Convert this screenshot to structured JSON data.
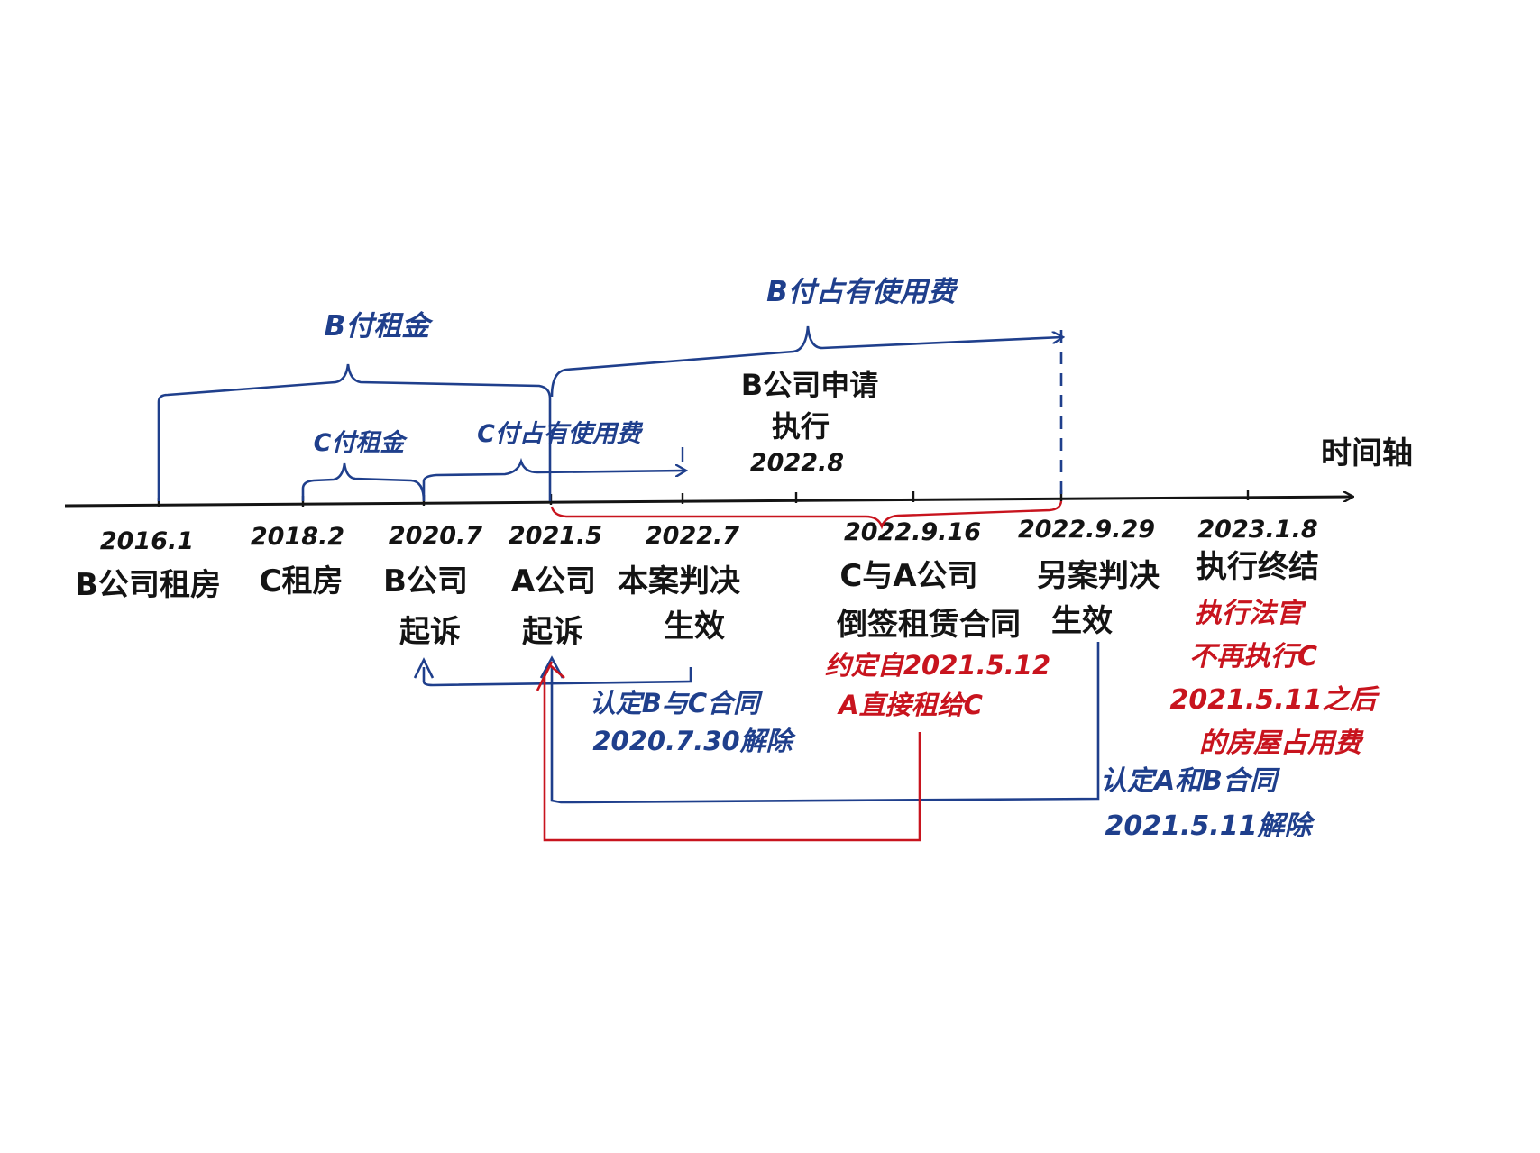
{
  "axis": {
    "label": "时间轴"
  },
  "events": [
    {
      "date": "2016.1",
      "lines": [
        "B公司租房"
      ]
    },
    {
      "date": "2018.2",
      "lines": [
        "C租房"
      ]
    },
    {
      "date": "2020.7",
      "lines": [
        "B公司",
        "起诉"
      ]
    },
    {
      "date": "2021.5",
      "lines": [
        "A公司",
        "起诉"
      ]
    },
    {
      "date": "2022.7",
      "lines": [
        "本案判决",
        "生效"
      ]
    },
    {
      "date": "2022.9.16",
      "lines": [
        "C与A公司",
        "倒签租赁合同"
      ]
    },
    {
      "date": "2022.9.29",
      "lines": [
        "另案判决",
        "生效"
      ]
    },
    {
      "date": "2023.1.8",
      "lines": [
        "执行终结"
      ]
    }
  ],
  "spans": {
    "b_rent": "B付租金",
    "b_occupancy_fee": "B付占有使用费",
    "c_rent": "C付租金",
    "c_occupancy_fee": "C付占有使用费"
  },
  "execution_note": {
    "lines": [
      "B公司申请",
      "执行",
      "2022.8"
    ]
  },
  "notes": {
    "bc_contract": [
      "认定B与C合同",
      "2020.7.30解除"
    ],
    "ab_contract": [
      "认定A和B合同",
      "2021.5.11解除"
    ],
    "lease_term": [
      "约定自2021.5.12",
      "A直接租给C"
    ],
    "judge_note": [
      "执行法官",
      "不再执行C",
      "2021.5.11之后",
      "的房屋占用费"
    ]
  },
  "colors": {
    "black": "#141414",
    "blue": "#1f3f8c",
    "red": "#c8141e"
  }
}
